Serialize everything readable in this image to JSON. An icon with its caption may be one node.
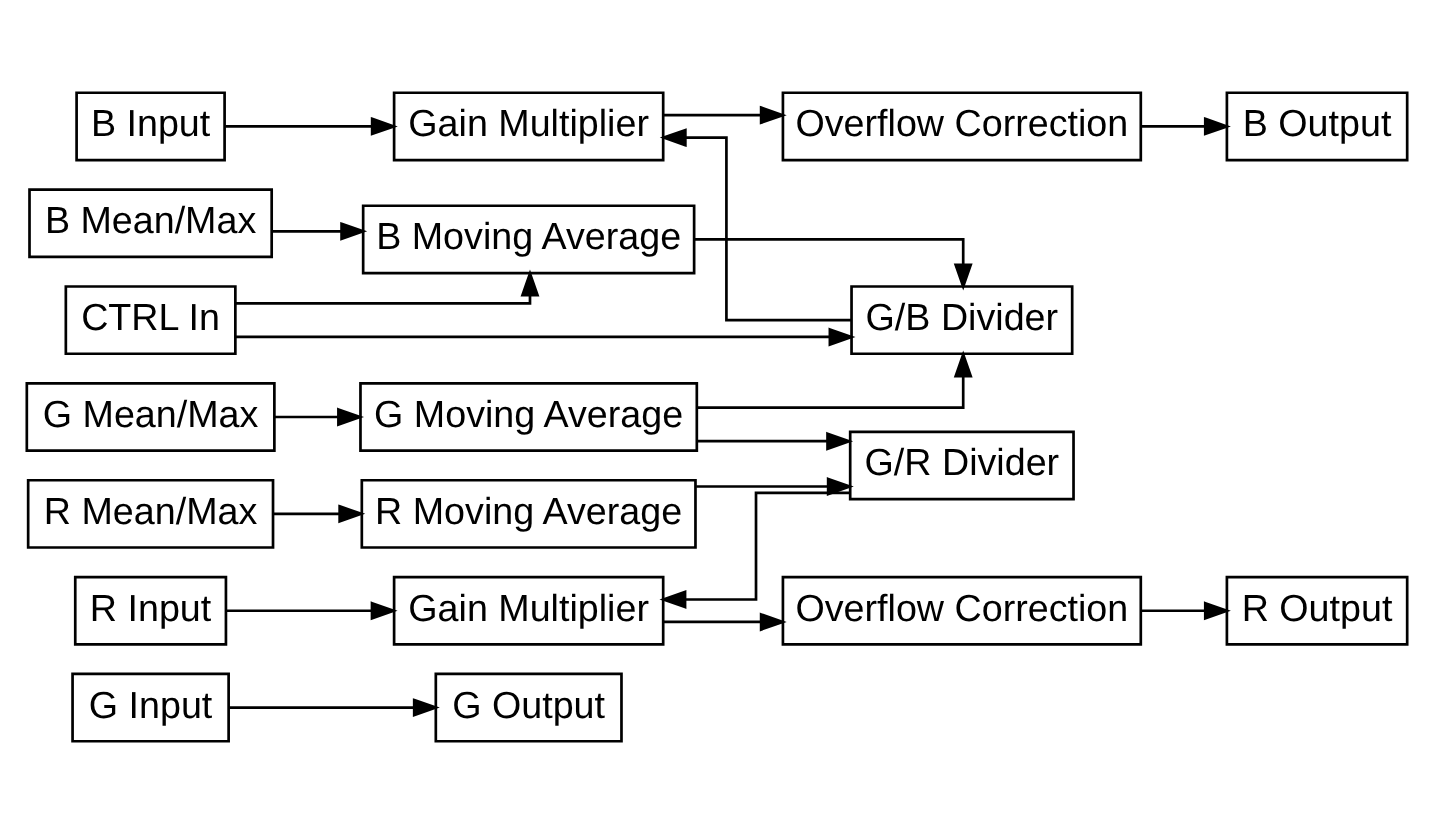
{
  "diagram": {
    "nodes": [
      {
        "text": [
          "G Input"
        ]
      },
      {
        "text": [
          "G Output"
        ]
      },
      {
        "text": [
          "B Input"
        ]
      },
      {
        "text": [
          "Gain Multiplier"
        ]
      },
      {
        "text": [
          "Overflow Correction"
        ]
      },
      {
        "text": [
          "B Output"
        ]
      },
      {
        "text": [
          "R Input"
        ]
      },
      {
        "text": [
          "Gain Multiplier"
        ]
      },
      {
        "text": [
          "Overflow Correction"
        ]
      },
      {
        "text": [
          "R Output"
        ]
      },
      {
        "text": [
          "R Mean/Max"
        ]
      },
      {
        "text": [
          "R Moving Average"
        ]
      },
      {
        "text": [
          "G/R Divider"
        ]
      },
      {
        "text": [
          "G Mean/Max"
        ]
      },
      {
        "text": [
          "G Moving Average"
        ]
      },
      {
        "text": [
          "B Mean/Max"
        ]
      },
      {
        "text": [
          "B Moving Average"
        ]
      },
      {
        "text": [
          "G/B Divider"
        ]
      },
      {
        "text": [
          "CTRL In"
        ]
      }
    ],
    "edges": [
      {
        "from": 0,
        "to": 1,
        "arrow": "to"
      },
      {
        "from": 2,
        "to": 3,
        "arrow": "to"
      },
      {
        "from": 3,
        "to": 4,
        "arrow": "to"
      },
      {
        "from": 4,
        "to": 5,
        "arrow": "to"
      },
      {
        "from": 6,
        "to": 7,
        "arrow": "to"
      },
      {
        "from": 7,
        "to": 8,
        "arrow": "to"
      },
      {
        "from": 8,
        "to": 9,
        "arrow": "to"
      },
      {
        "from": 10,
        "to": 11,
        "arrow": "to"
      },
      {
        "from": 11,
        "to": 12,
        "arrow": "to"
      },
      {
        "from": 12,
        "to": 7,
        "arrow": "to"
      },
      {
        "from": 13,
        "to": 14,
        "arrow": "to"
      },
      {
        "from": 14,
        "to": 12,
        "arrow": "to"
      },
      {
        "from": 14,
        "to": 17,
        "arrow": "to"
      },
      {
        "from": 15,
        "to": 16,
        "arrow": "to"
      },
      {
        "from": 16,
        "to": 17,
        "arrow": "to"
      },
      {
        "from": 17,
        "to": 3,
        "arrow": "to"
      },
      {
        "from": 18,
        "to": 16,
        "arrow": "to"
      },
      {
        "from": 18,
        "to": 17,
        "arrow": "to"
      }
    ]
  }
}
